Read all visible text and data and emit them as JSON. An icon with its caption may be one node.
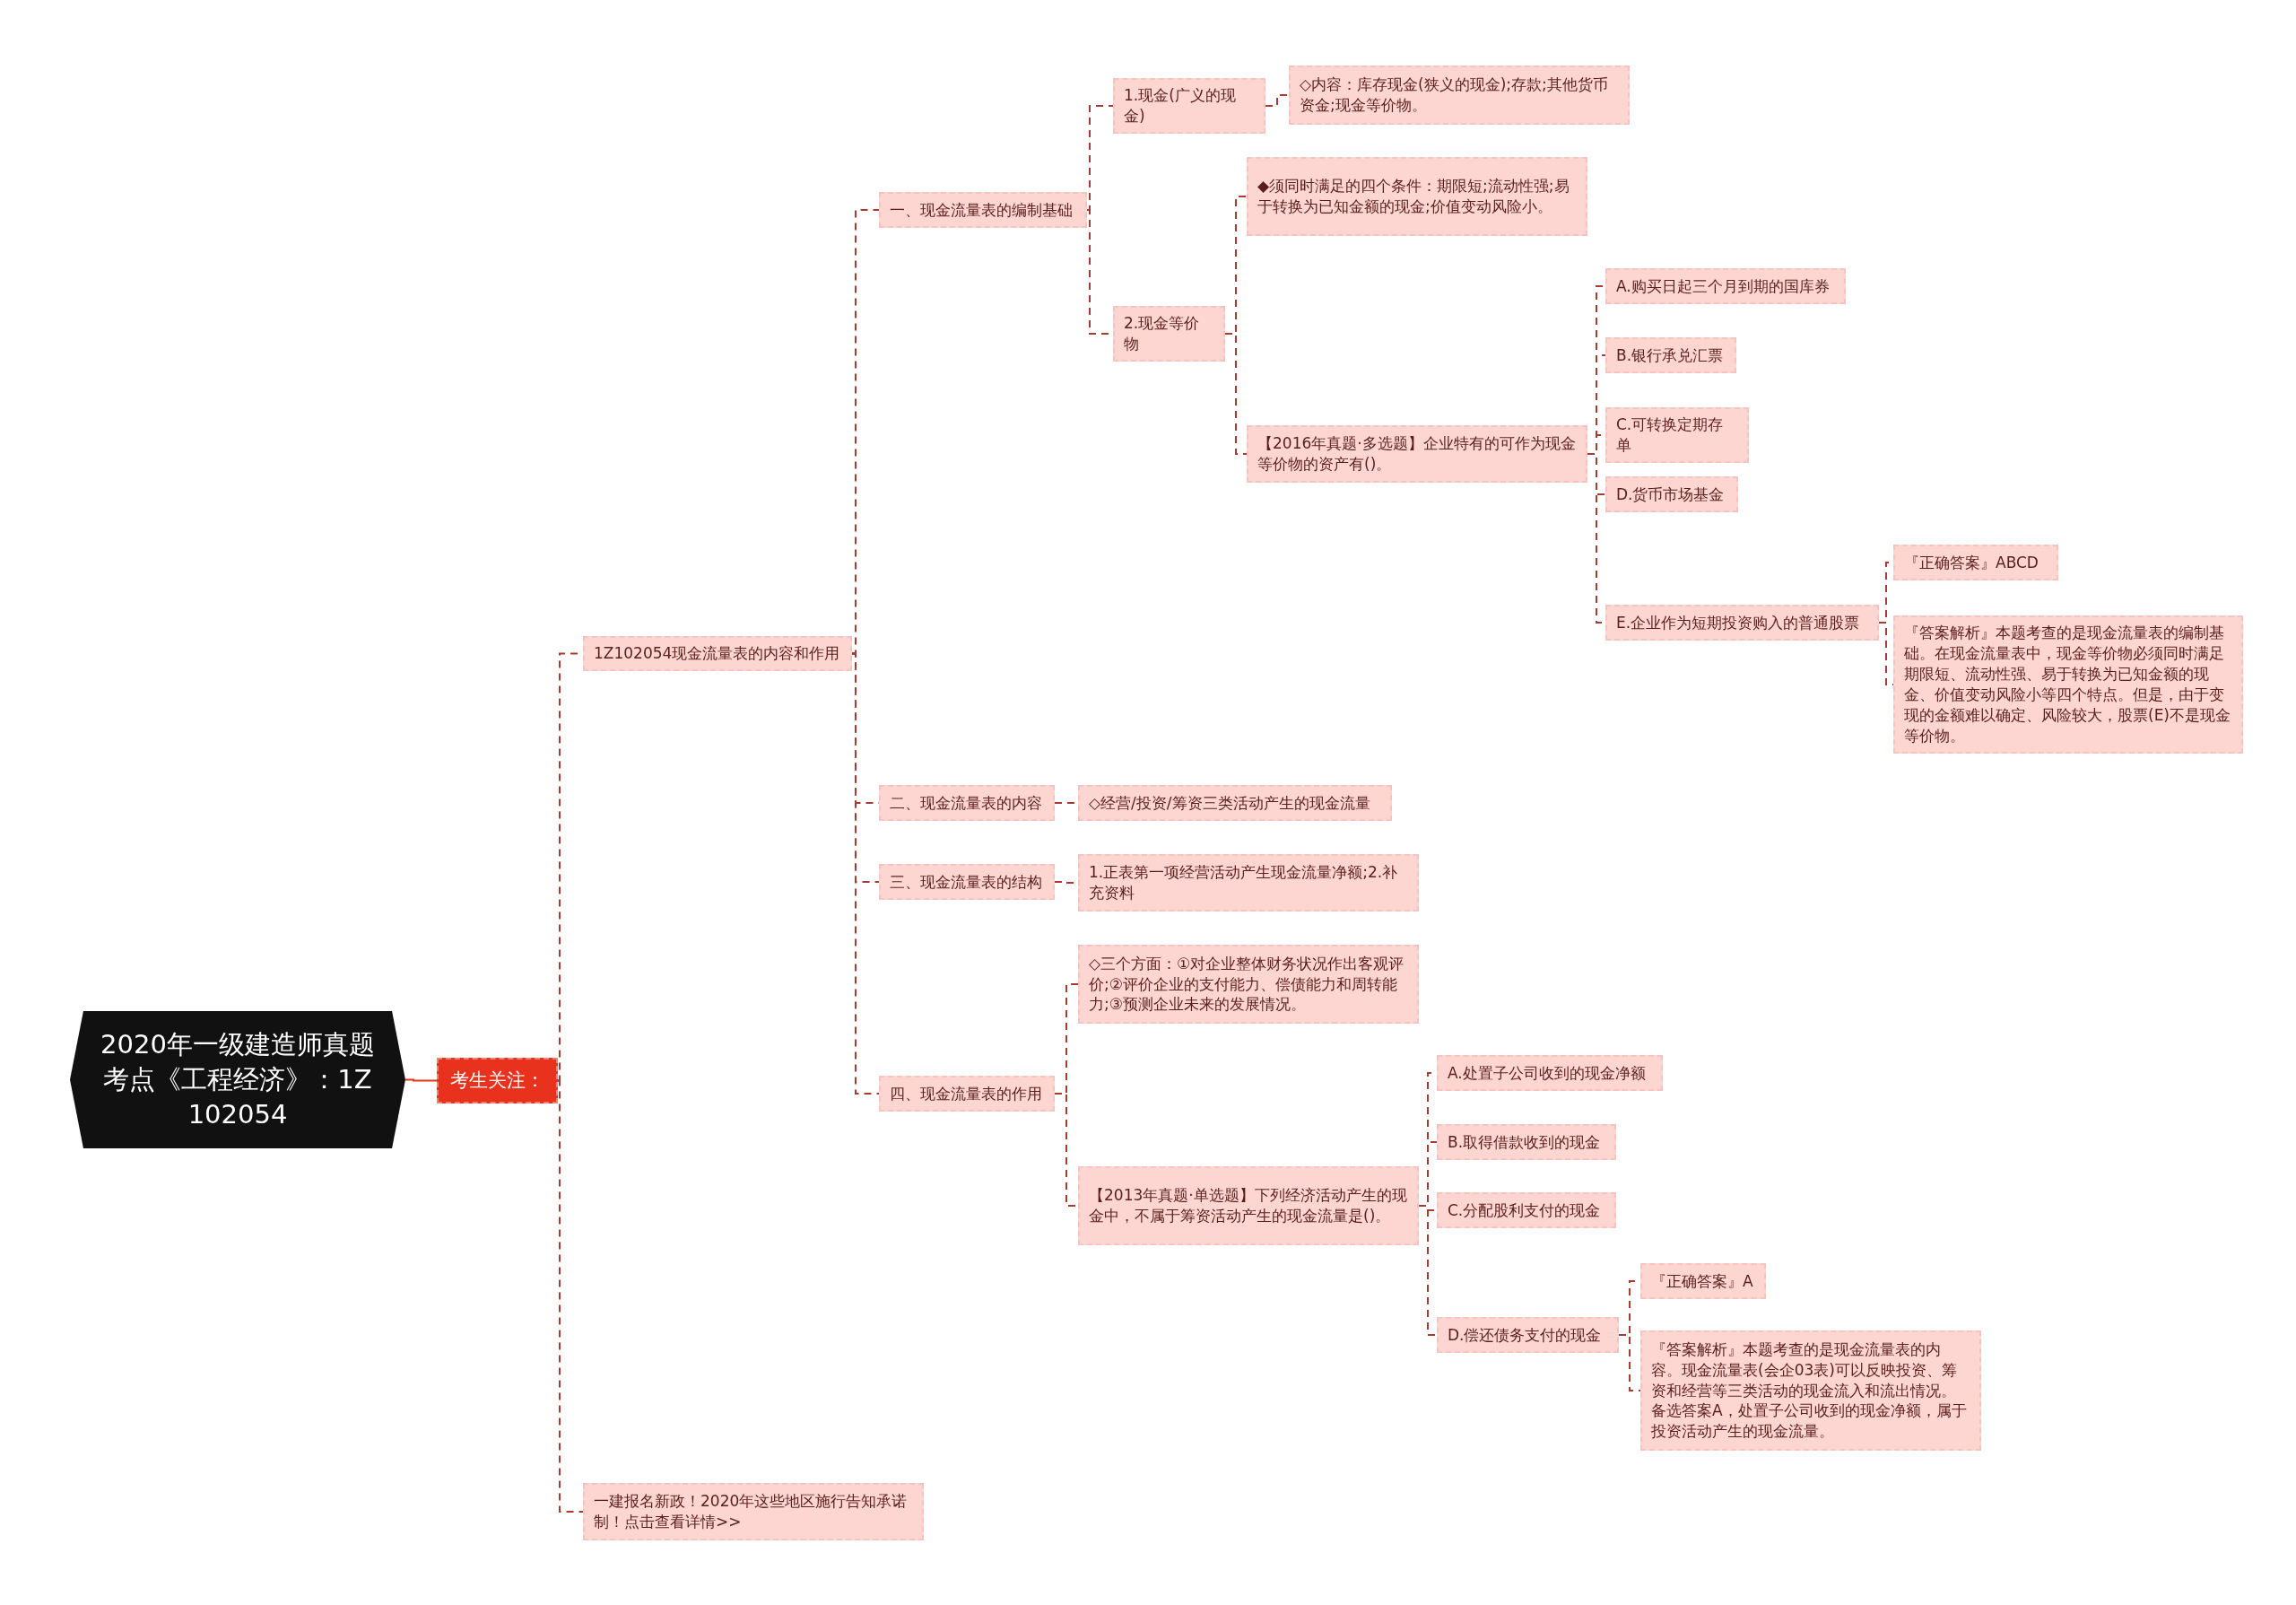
{
  "diagram": {
    "nodes": [
      {
        "text": [
          "2020年一级建造师真题考点《工程经济》：1Z102054"
        ]
      },
      {
        "text": [
          "考生关注："
        ]
      },
      {
        "text": [
          "1Z102054现金流量表的内容和作用"
        ]
      },
      {
        "text": [
          "一、现金流量表的编制基础"
        ]
      },
      {
        "text": [
          "1.现金(广义的现金)"
        ]
      },
      {
        "text": [
          "◇内容：库存现金(狭义的现金);存款;其他货币资金;现金等价物。"
        ]
      },
      {
        "text": [
          "2.现金等价物"
        ]
      },
      {
        "text": [
          "◆须同时满足的四个条件：期限短;流动性强;易于转换为已知金额的现金;价值变动风险小。"
        ]
      },
      {
        "text": [
          "【2016年真题·多选题】企业特有的可作为现金等价物的资产有()。"
        ]
      },
      {
        "text": [
          "A.购买日起三个月到期的国库券"
        ]
      },
      {
        "text": [
          "B.银行承兑汇票"
        ]
      },
      {
        "text": [
          "C.可转换定期存单"
        ]
      },
      {
        "text": [
          "D.货币市场基金"
        ]
      },
      {
        "text": [
          "E.企业作为短期投资购入的普通股票"
        ]
      },
      {
        "text": [
          "『正确答案』ABCD"
        ]
      },
      {
        "text": [
          "『答案解析』本题考查的是现金流量表的编制基础。在现金流量表中，现金等价物必须同时满足期限短、流动性强、易于转换为已知金额的现金、价值变动风险小等四个特点。但是，由于变现的金额难以确定、风险较大，股票(E)不是现金等价物。"
        ]
      },
      {
        "text": [
          "二、现金流量表的内容"
        ]
      },
      {
        "text": [
          "◇经营/投资/筹资三类活动产生的现金流量"
        ]
      },
      {
        "text": [
          "三、现金流量表的结构"
        ]
      },
      {
        "text": [
          "1.正表第一项经营活动产生现金流量净额;2.补充资料"
        ]
      },
      {
        "text": [
          "四、现金流量表的作用"
        ]
      },
      {
        "text": [
          "◇三个方面：①对企业整体财务状况作出客观评价;②评价企业的支付能力、偿债能力和周转能力;③预测企业未来的发展情况。"
        ]
      },
      {
        "text": [
          "【2013年真题·单选题】下列经济活动产生的现金中，不属于筹资活动产生的现金流量是()。"
        ]
      },
      {
        "text": [
          "A.处置子公司收到的现金净额"
        ]
      },
      {
        "text": [
          "B.取得借款收到的现金"
        ]
      },
      {
        "text": [
          "C.分配股利支付的现金"
        ]
      },
      {
        "text": [
          "D.偿还债务支付的现金"
        ]
      },
      {
        "text": [
          "『正确答案』A"
        ]
      },
      {
        "text": [
          "『答案解析』本题考查的是现金流量表的内容。现金流量表(会企03表)可以反映投资、筹资和经营等三类活动的现金流入和流出情况。备选答案A，处置子公司收到的现金净额，属于投资活动产生的现金流量。"
        ]
      },
      {
        "text": [
          "一建报名新政！2020年这些地区施行告知承诺制！点击查看详情>>"
        ]
      }
    ],
    "edges": [
      {
        "from": 0,
        "to": 1,
        "arrow": "none",
        "color": "#e8321e"
      },
      {
        "from": 1,
        "to": 2,
        "arrow": "none",
        "style": "dashed"
      },
      {
        "from": 1,
        "to": 29,
        "arrow": "none",
        "style": "dashed"
      },
      {
        "from": 2,
        "to": 3,
        "arrow": "none",
        "style": "dashed"
      },
      {
        "from": 2,
        "to": 16,
        "arrow": "none",
        "style": "dashed"
      },
      {
        "from": 2,
        "to": 18,
        "arrow": "none",
        "style": "dashed"
      },
      {
        "from": 2,
        "to": 20,
        "arrow": "none",
        "style": "dashed"
      },
      {
        "from": 3,
        "to": 4,
        "arrow": "none",
        "style": "dashed"
      },
      {
        "from": 3,
        "to": 6,
        "arrow": "none",
        "style": "dashed"
      },
      {
        "from": 4,
        "to": 5,
        "arrow": "none",
        "style": "dashed"
      },
      {
        "from": 6,
        "to": 7,
        "arrow": "none",
        "style": "dashed"
      },
      {
        "from": 6,
        "to": 8,
        "arrow": "none",
        "style": "dashed"
      },
      {
        "from": 8,
        "to": 9,
        "arrow": "none",
        "style": "dashed"
      },
      {
        "from": 8,
        "to": 10,
        "arrow": "none",
        "style": "dashed"
      },
      {
        "from": 8,
        "to": 11,
        "arrow": "none",
        "style": "dashed"
      },
      {
        "from": 8,
        "to": 12,
        "arrow": "none",
        "style": "dashed"
      },
      {
        "from": 8,
        "to": 13,
        "arrow": "none",
        "style": "dashed"
      },
      {
        "from": 13,
        "to": 14,
        "arrow": "none",
        "style": "dashed"
      },
      {
        "from": 13,
        "to": 15,
        "arrow": "none",
        "style": "dashed"
      },
      {
        "from": 16,
        "to": 17,
        "arrow": "none",
        "style": "dashed"
      },
      {
        "from": 18,
        "to": 19,
        "arrow": "none",
        "style": "dashed"
      },
      {
        "from": 20,
        "to": 21,
        "arrow": "none",
        "style": "dashed"
      },
      {
        "from": 20,
        "to": 22,
        "arrow": "none",
        "style": "dashed"
      },
      {
        "from": 22,
        "to": 23,
        "arrow": "none",
        "style": "dashed"
      },
      {
        "from": 22,
        "to": 24,
        "arrow": "none",
        "style": "dashed"
      },
      {
        "from": 22,
        "to": 25,
        "arrow": "none",
        "style": "dashed"
      },
      {
        "from": 22,
        "to": 26,
        "arrow": "none",
        "style": "dashed"
      },
      {
        "from": 26,
        "to": 27,
        "arrow": "none",
        "style": "dashed"
      },
      {
        "from": 26,
        "to": 28,
        "arrow": "none",
        "style": "dashed"
      }
    ]
  }
}
